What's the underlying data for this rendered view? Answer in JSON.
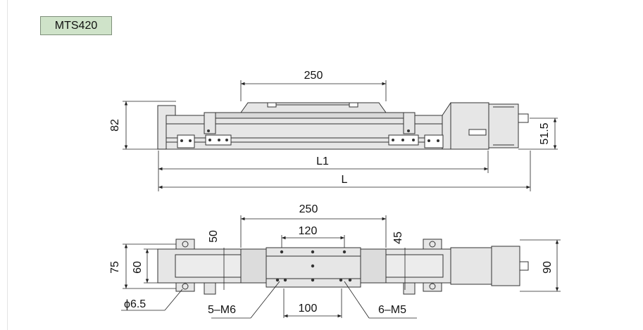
{
  "model": "MTS420",
  "colors": {
    "badge_bg": "#cfe3c9",
    "body": "#e6e6e6",
    "body_dark": "#cdcdcd",
    "line": "#222222"
  },
  "side_view": {
    "dim_carriage_width": "250",
    "dim_height": "82",
    "dim_motor_height": "51.5",
    "dim_rail_length": "L1",
    "dim_total_length": "L"
  },
  "top_view": {
    "dim_carriage_width": "250",
    "dim_hole_spacing_top": "120",
    "dim_hole_spacing_bottom": "100",
    "dim_left_offset": "50",
    "dim_right_offset": "45",
    "dim_base_width": "75",
    "dim_inner_width": "60",
    "dim_motor_width": "90",
    "label_mount_hole": "ϕ6.5",
    "label_thread_a": "5–M6",
    "label_thread_b": "6–M5"
  }
}
